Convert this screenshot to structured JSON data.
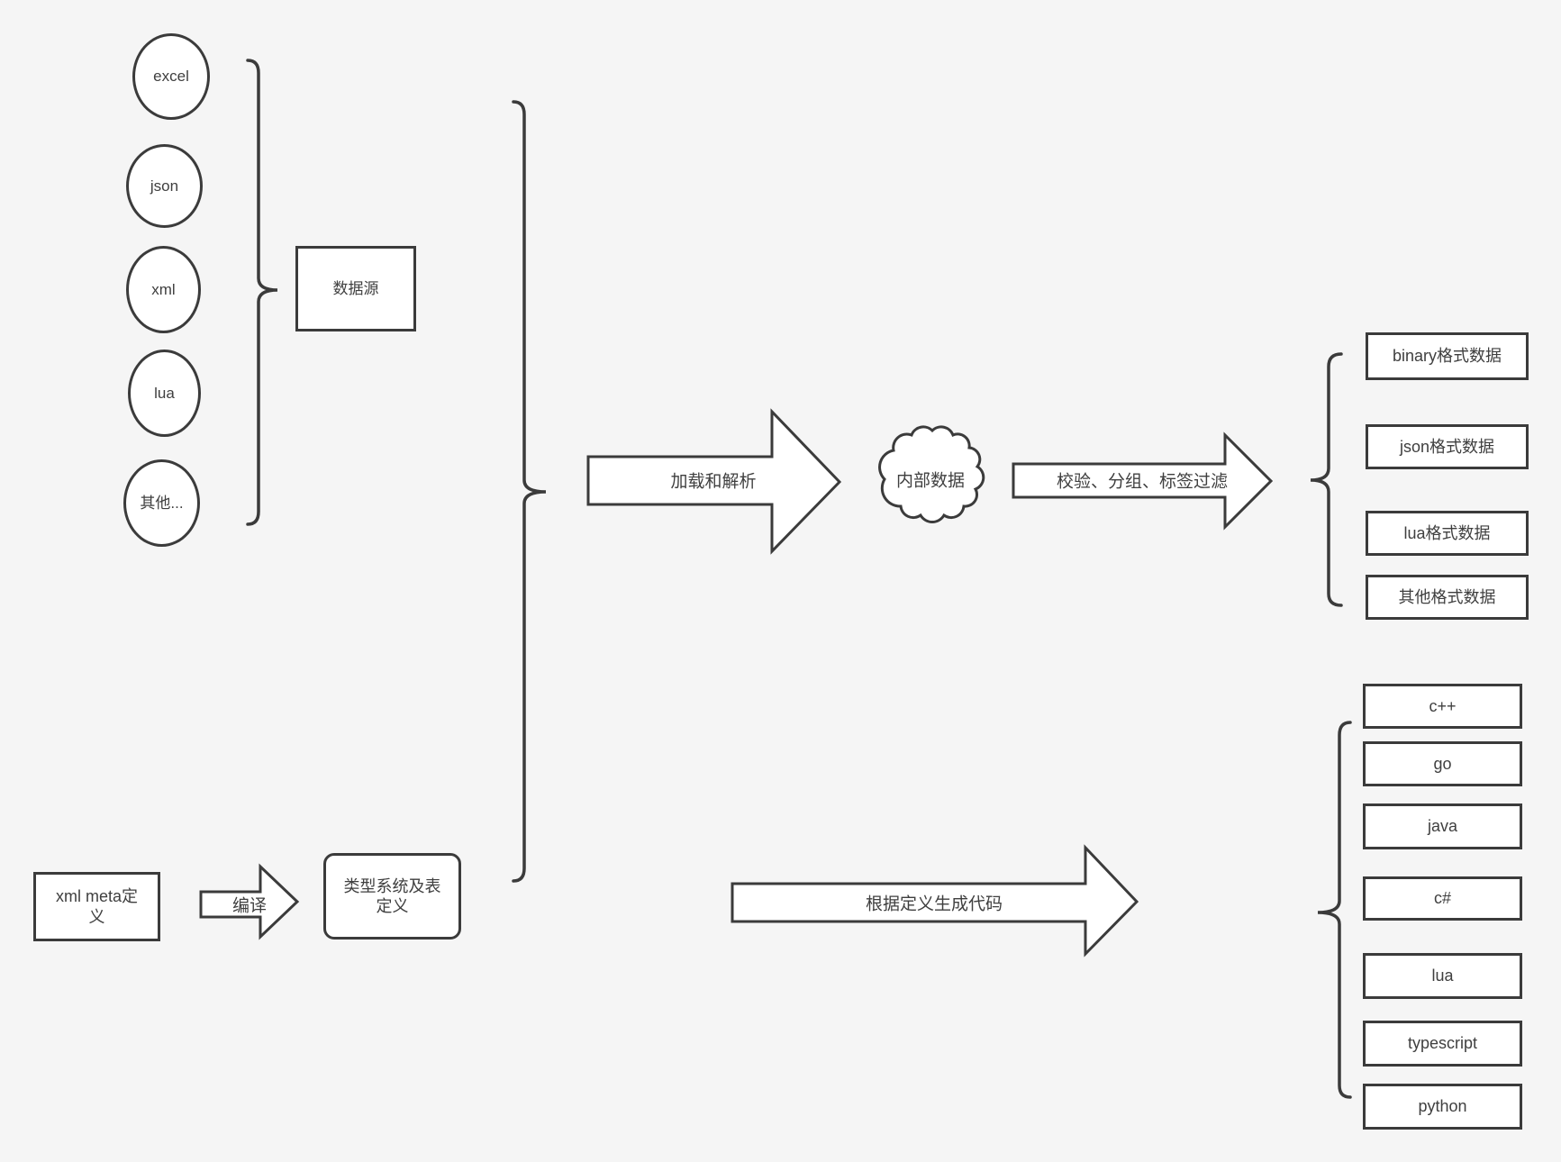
{
  "colors": {
    "background": "#f5f5f5",
    "stroke": "#3b3b3b",
    "shape_fill": "#ffffff",
    "text": "#3f3f3f"
  },
  "sources": {
    "nodes": [
      "excel",
      "json",
      "xml",
      "lua",
      "其他..."
    ],
    "group_label": "数据源"
  },
  "definitions": {
    "meta_box": "xml meta定\n义",
    "compile_arrow": "编译",
    "type_system_box": "类型系统及表\n定义"
  },
  "process": {
    "load_parse_arrow": "加载和解析",
    "internal_data_cloud": "内部数据",
    "filter_arrow": "校验、分组、标签过滤",
    "generate_code_arrow": "根据定义生成代码"
  },
  "outputs": {
    "data_formats": [
      "binary格式数据",
      "json格式数据",
      "lua格式数据",
      "其他格式数据"
    ],
    "languages": [
      "c++",
      "go",
      "java",
      "c#",
      "lua",
      "typescript",
      "python"
    ]
  }
}
